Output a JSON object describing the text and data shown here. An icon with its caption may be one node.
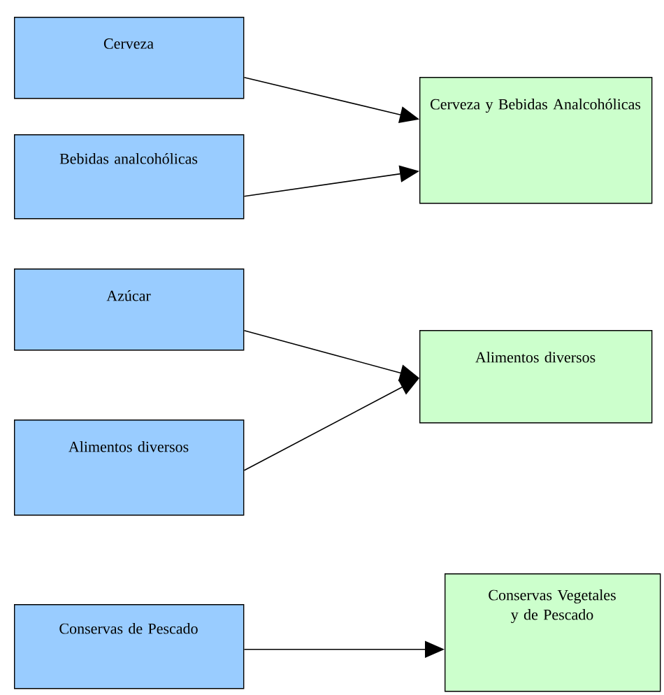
{
  "diagram": {
    "nodes": [
      {
        "text": [
          "Cerveza"
        ]
      },
      {
        "text": [
          "Bebidas analcohólicas"
        ]
      },
      {
        "text": [
          "Azúcar"
        ]
      },
      {
        "text": [
          "Alimentos diversos"
        ]
      },
      {
        "text": [
          "Conservas de Pescado"
        ]
      },
      {
        "text": [
          "Cerveza y Bebidas Analcohólicas"
        ]
      },
      {
        "text": [
          "Alimentos diversos"
        ]
      },
      {
        "text": [
          "Conservas Vegetales y de Pescado"
        ]
      }
    ],
    "edges": [
      {
        "from": 0,
        "to": 5,
        "arrow": "to"
      },
      {
        "from": 1,
        "to": 5,
        "arrow": "to"
      },
      {
        "from": 2,
        "to": 6,
        "arrow": "to"
      },
      {
        "from": 3,
        "to": 6,
        "arrow": "to"
      },
      {
        "from": 4,
        "to": 7,
        "arrow": "to"
      }
    ]
  }
}
